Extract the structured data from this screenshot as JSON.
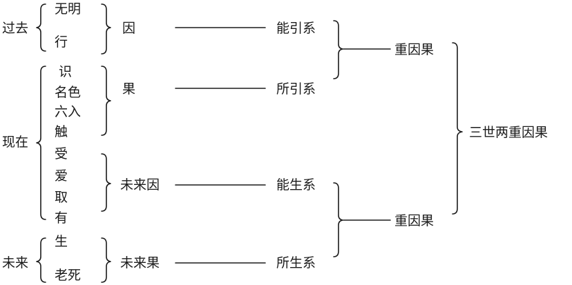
{
  "periods": {
    "past": "过去",
    "present": "现在",
    "future": "未来"
  },
  "links": {
    "ignorance": "无明",
    "formations": "行",
    "consciousness": "识",
    "name_form": "名色",
    "six_entrances": "六入",
    "contact": "触",
    "feeling": "受",
    "craving": "爱",
    "grasping": "取",
    "becoming": "有",
    "birth": "生",
    "old_age_death": "老死"
  },
  "causes": {
    "cause": "因",
    "effect": "果",
    "future_cause": "未来因",
    "future_effect": "未来果"
  },
  "relations": {
    "able_to_lead": "能引系",
    "led": "所引系",
    "able_to_produce": "能生系",
    "produced": "所生系"
  },
  "groups": {
    "upper": "重因果",
    "lower": "重因果"
  },
  "conclusion": "三世两重因果"
}
